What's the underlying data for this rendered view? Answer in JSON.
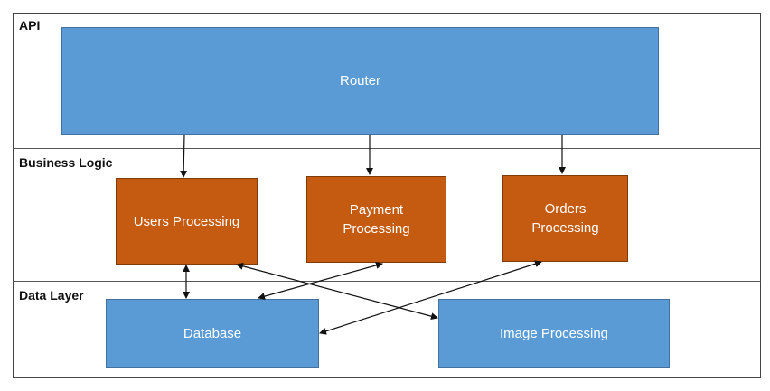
{
  "layers": {
    "api": "API",
    "business": "Business Logic",
    "data": "Data Layer"
  },
  "boxes": {
    "router": "Router",
    "users": "Users Processing",
    "payment": "Payment Processing",
    "orders": "Orders Processing",
    "database": "Database",
    "image": "Image Processing"
  },
  "colors": {
    "blue_fill": "#5b9bd5",
    "orange_fill": "#c55a11",
    "arrow": "#111111"
  }
}
